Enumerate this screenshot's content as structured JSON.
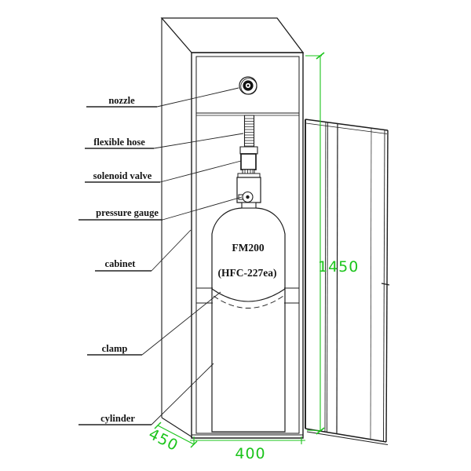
{
  "diagram": {
    "labels": {
      "nozzle": "nozzle",
      "flexible_hose": "flexible hose",
      "solenoid_valve": "solenoid valve",
      "pressure_gauge": "pressure gauge",
      "cabinet": "cabinet",
      "clamp": "clamp",
      "cylinder": "cylinder"
    },
    "cylinder_markings": {
      "product": "FM200",
      "agent": "(HFC-227ea)"
    },
    "dimensions": {
      "height_mm": "1450",
      "width_mm": "400",
      "depth_mm": "450"
    },
    "colors": {
      "dimension_green": "#1bc41b",
      "line_black": "#1c1c1c"
    }
  }
}
